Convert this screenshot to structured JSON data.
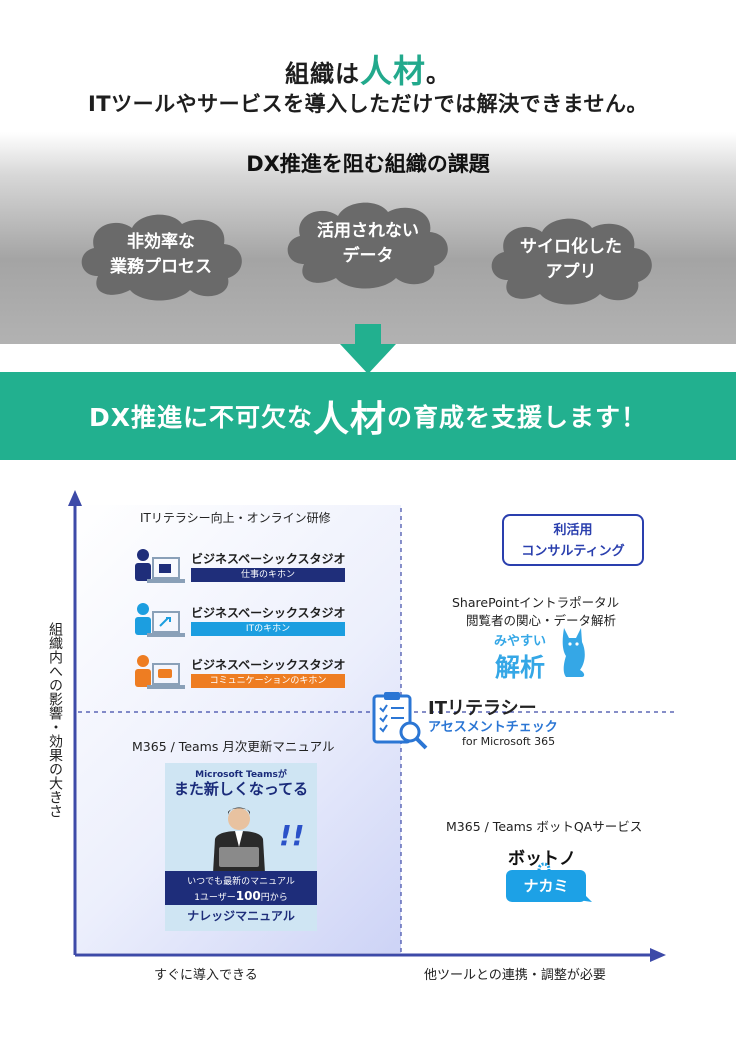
{
  "header": {
    "line1_pre": "組織は",
    "line1_accent": "人材",
    "line1_post": "。",
    "line2": "ITツールやサービスを導入しただけでは解決できません。"
  },
  "challenges": {
    "title": "DX推進を阻む組織の課題",
    "clouds": [
      {
        "line1": "非効率な",
        "line2": "業務プロセス"
      },
      {
        "line1": "活用されない",
        "line2": "データ"
      },
      {
        "line1": "サイロ化した",
        "line2": "アプリ"
      }
    ]
  },
  "banner": {
    "pre": "DX推進に不可欠な",
    "accent": "人材",
    "post": "の育成を支援します！"
  },
  "matrix": {
    "y_axis_label": "組織内への影響・効果の大きさ",
    "x_axis_left": "すぐに導入できる",
    "x_axis_right": "他ツールとの連携・調整が必要",
    "it_literacy_training": "ITリテラシー向上・オンライン研修",
    "studios": [
      {
        "title": "ビジネスベーシックスタジオ",
        "subtitle": "仕事のキホン",
        "color": "#1f2e7a"
      },
      {
        "title": "ビジネスベーシックスタジオ",
        "subtitle": "ITのキホン",
        "color": "#1c9ee0"
      },
      {
        "title": "ビジネスベーシックスタジオ",
        "subtitle": "コミュニケーションのキホン",
        "color": "#ee7d22"
      }
    ],
    "consulting": {
      "line1": "利活用",
      "line2": "コンサルティング"
    },
    "sharepoint": {
      "line1": "SharePointイントラポータル",
      "line2": "閲覧者の関心・データ解析"
    },
    "miyasui": {
      "top": "みやすい",
      "bottom": "解析"
    },
    "assessment": {
      "title": "ITリテラシー",
      "subtitle": "アセスメントチェック",
      "platform": "for Microsoft 365"
    },
    "monthly_manual": {
      "heading": "M365 / Teams 月次更新マニュアル",
      "cover_top": "Microsoft Teamsが",
      "cover_main": "また新しくなってる",
      "exclaim": "!!",
      "strip1": "いつでも最新のマニュアル",
      "strip2_pre": "1ユーザー",
      "strip2_num": "100",
      "strip2_post": "円から",
      "label": "ナレッジマニュアル"
    },
    "bot": {
      "heading": "M365 / Teams ボットQAサービス",
      "name": "ボットノ",
      "bubble": "ナカミ"
    }
  }
}
